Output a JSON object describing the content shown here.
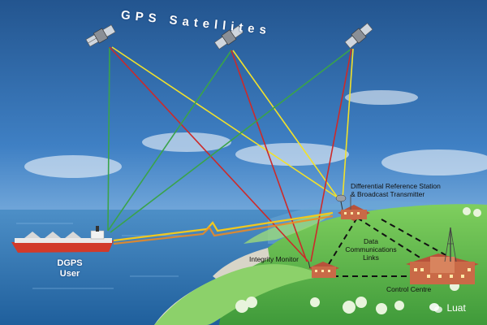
{
  "title": "GPS Satellites",
  "labels": {
    "station_line1": "Differential Reference Station",
    "station_line2": "& Broadcast Transmitter",
    "links_line1": "Data",
    "links_line2": "Communications",
    "links_line3": "Links",
    "integrity": "Integrity Monitor",
    "control": "Control Centre",
    "user_line1": "DGPS",
    "user_line2": "User"
  },
  "watermark": "Luat",
  "colors": {
    "signal_green": "#3aa34a",
    "signal_red": "#cc2a2a",
    "signal_yellow": "#f2e12a",
    "ship_hull": "#d23a2a"
  },
  "icons": {
    "satellite": "satellite-icon",
    "station": "reference-station-icon",
    "monitor": "integrity-monitor-icon",
    "control": "control-centre-icon",
    "ship": "ship-icon"
  }
}
